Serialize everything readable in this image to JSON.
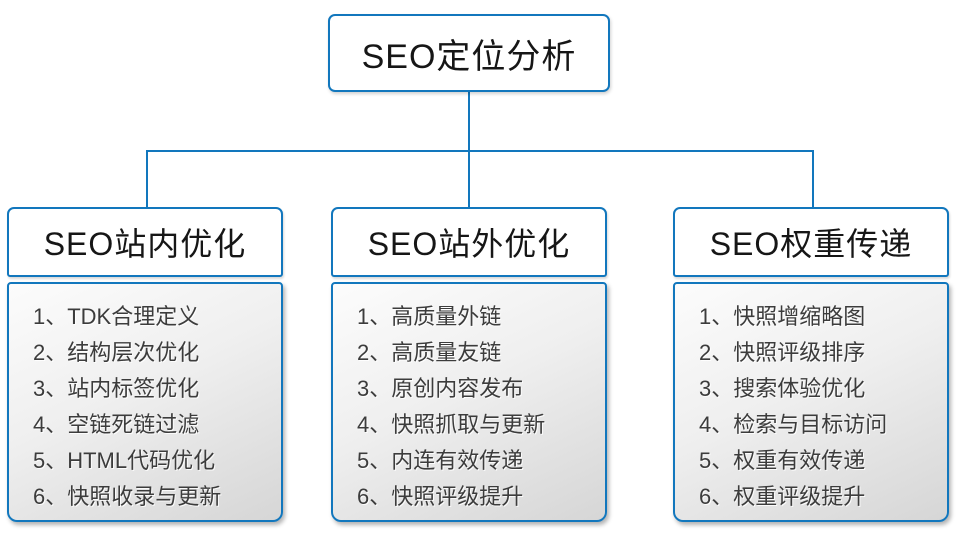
{
  "diagram": {
    "root": {
      "title": "SEO定位分析"
    },
    "columns": [
      {
        "title": "SEO站内优化",
        "items": [
          "1、TDK合理定义",
          "2、结构层次优化",
          "3、站内标签优化",
          "4、空链死链过滤",
          "5、HTML代码优化",
          "6、快照收录与更新"
        ]
      },
      {
        "title": "SEO站外优化",
        "items": [
          "1、高质量外链",
          "2、高质量友链",
          "3、原创内容发布",
          "4、快照抓取与更新",
          "5、内连有效传递",
          "6、快照评级提升"
        ]
      },
      {
        "title": "SEO权重传递",
        "items": [
          "1、快照增缩略图",
          "2、快照评级排序",
          "3、搜索体验优化",
          "4、检索与目标访问",
          "5、权重有效传递",
          "6、权重评级提升"
        ]
      }
    ],
    "colors": {
      "border_blue": "#1277bd",
      "body_gradient_top": "#fcfcfc",
      "body_gradient_bottom": "#d6d6d6",
      "title_text": "#161616",
      "item_text": "#3c3c3c"
    }
  }
}
